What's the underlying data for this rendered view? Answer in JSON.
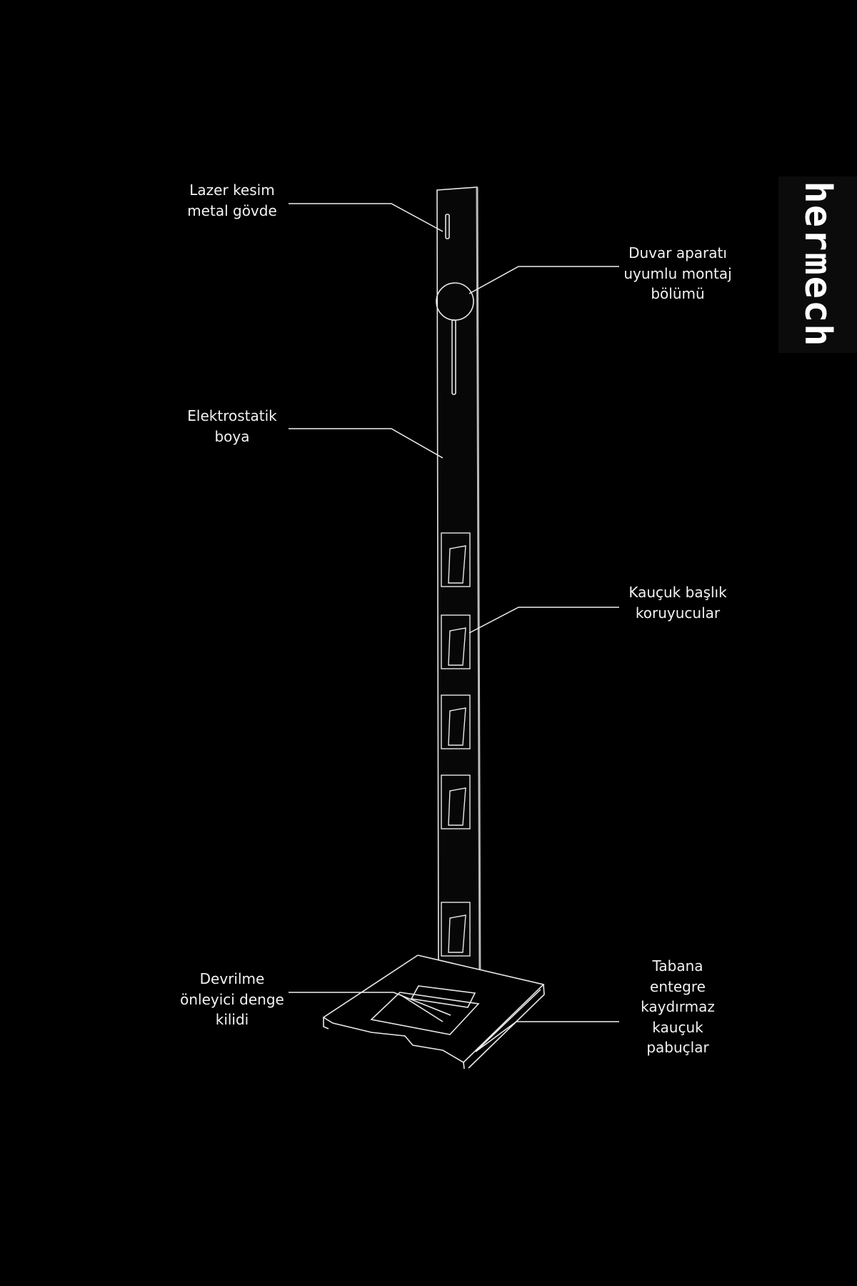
{
  "logo": {
    "text": "hermech"
  },
  "callouts": {
    "body": [
      "Lazer kesim",
      "metal gövde"
    ],
    "wall_mount": [
      "Duvar aparatı",
      "uyumlu montaj",
      "bölümü"
    ],
    "paint": [
      "Elektrostatik",
      "boya"
    ],
    "head_guards": [
      "Kauçuk başlık",
      "koruyucular"
    ],
    "balance_lock": [
      "Devrilme",
      "önleyici denge",
      "kilidi"
    ],
    "rubber_feet": [
      "Tabana",
      "entegre",
      "kaydırmaz",
      "kauçuk",
      "pabuçlar"
    ]
  },
  "colors": {
    "background": "#000000",
    "line": "#ffffff"
  }
}
